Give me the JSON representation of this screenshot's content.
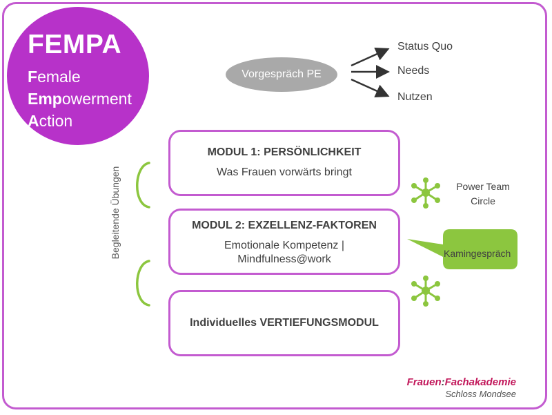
{
  "logo": {
    "title": "FEMPA",
    "lines": [
      {
        "bold": "F",
        "rest": "emale"
      },
      {
        "bold": "Emp",
        "rest": "owerment"
      },
      {
        "bold": "A",
        "rest": "ction"
      }
    ]
  },
  "pre_talk": {
    "label": "Vorgespräch PE"
  },
  "outcomes": [
    "Status Quo",
    "Needs",
    "Nutzen"
  ],
  "side_label": "Begleitende Übungen",
  "modules": [
    {
      "title": "MODUL 1: PERSÖNLICHKEIT",
      "subtitle": "Was Frauen vorwärts bringt"
    },
    {
      "title": "MODUL 2: EXZELLENZ-FAKTOREN",
      "subtitle_line1": "Emotionale Kompetenz |",
      "subtitle_line2": "Mindfulness@work"
    },
    {
      "title": "Individuelles VERTIEFUNGSMODUL"
    }
  ],
  "power_team": {
    "line1": "Power Team",
    "line2": "Circle"
  },
  "callout": {
    "label": "Kamingespräch"
  },
  "brand": {
    "part1": "Frauen",
    "sep": ":",
    "part2": "Fachakademie",
    "sub": "Schloss Mondsee"
  },
  "colors": {
    "accent": "#c35bd0",
    "logo": "#b732c9",
    "green": "#8cc63f",
    "grey": "#a9a9a9",
    "brand": "#c2185b"
  }
}
